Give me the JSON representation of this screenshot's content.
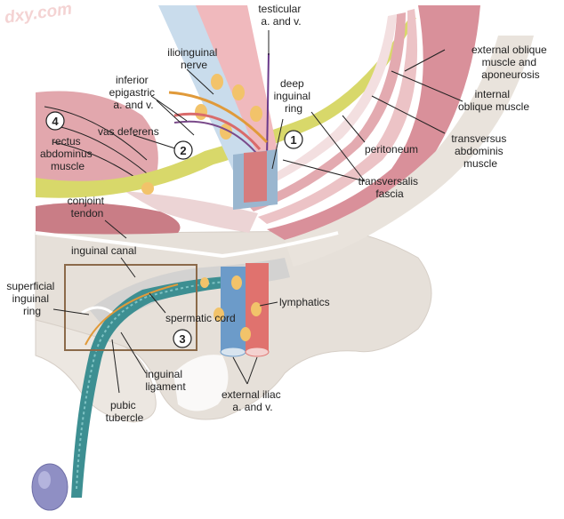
{
  "watermark": "dxy.com",
  "labels": {
    "testicular": [
      "testicular",
      "a. and v."
    ],
    "ilioinguinal": [
      "ilioinguinal",
      "nerve"
    ],
    "inferior_epigastric": [
      "inferior",
      "epigastric",
      "a. and v."
    ],
    "vas_deferens": "vas deferens",
    "rectus": [
      "rectus",
      "abdominus",
      "muscle"
    ],
    "deep_ring": [
      "deep",
      "inguinal",
      "ring"
    ],
    "external_oblique": [
      "external oblique",
      "muscle and",
      "aponeurosis"
    ],
    "internal_oblique": [
      "internal",
      "oblique muscle"
    ],
    "peritoneum": "peritoneum",
    "transversus": [
      "transversus",
      "abdominis",
      "muscle"
    ],
    "transversalis": [
      "transversalis",
      "fascia"
    ],
    "conjoint": [
      "conjoint",
      "tendon"
    ],
    "inguinal_canal": "inguinal canal",
    "superficial_ring": [
      "superficial",
      "inguinal",
      "ring"
    ],
    "spermatic_cord": "spermatic cord",
    "lymphatics": "lymphatics",
    "inguinal_ligament": [
      "inguinal",
      "ligament"
    ],
    "pubic_tubercle": [
      "pubic",
      "tubercle"
    ],
    "external_iliac": [
      "external iliac",
      "a. and v."
    ]
  },
  "markers": [
    "1",
    "2",
    "3",
    "4"
  ],
  "colors": {
    "muscle": "#d9909a",
    "muscle_light": "#ecc3c6",
    "fascia_yellow": "#d8d86a",
    "bone": "#e3ddd6",
    "artery": "#e0726e",
    "vein": "#6c9bc9",
    "node": "#f2c36a",
    "cord": "#3d8f92",
    "testis": "#8f8fc4"
  }
}
